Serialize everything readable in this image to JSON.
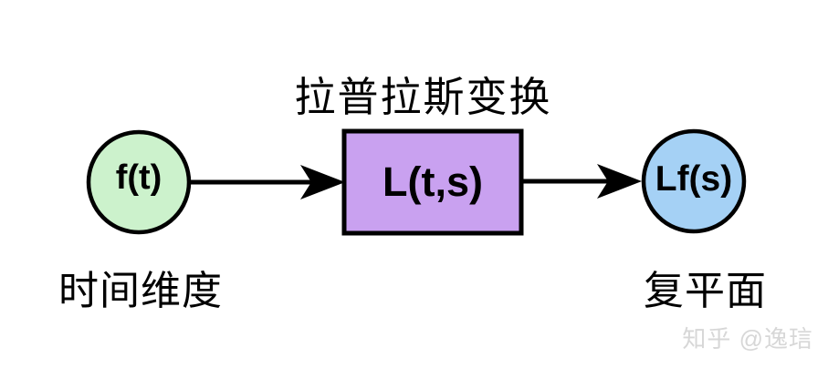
{
  "title": "拉普拉斯变换",
  "nodes": {
    "input": {
      "label": "f(t)",
      "caption": "时间维度",
      "fill": "#ccf2cc"
    },
    "process": {
      "label": "L(t,s)",
      "fill": "#c9a1f0"
    },
    "output": {
      "label": "Lf(s)",
      "caption": "复平面",
      "fill": "#a5d1f5"
    }
  },
  "watermark": "知乎 @逸琂",
  "colors": {
    "stroke": "#000000",
    "background": "#ffffff",
    "watermark_text": "#d7d7d7"
  }
}
